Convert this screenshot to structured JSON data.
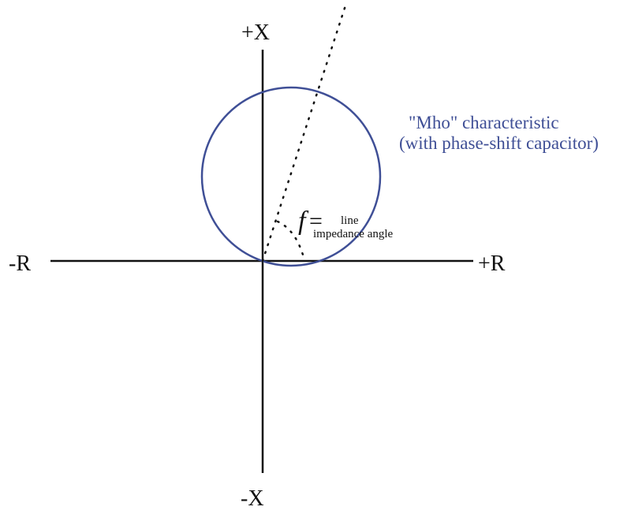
{
  "diagram": {
    "axes": {
      "plus_x_label": "+X",
      "minus_x_label": "-X",
      "plus_r_label": "+R",
      "minus_r_label": "-R"
    },
    "characteristic": {
      "line1": "\"Mho\" characteristic",
      "line2": "(with phase-shift capacitor)",
      "color": "#3f4f96"
    },
    "angle_annotation": {
      "symbol": "f",
      "equals": "=",
      "line1": "line",
      "line2": "impedance angle"
    }
  }
}
